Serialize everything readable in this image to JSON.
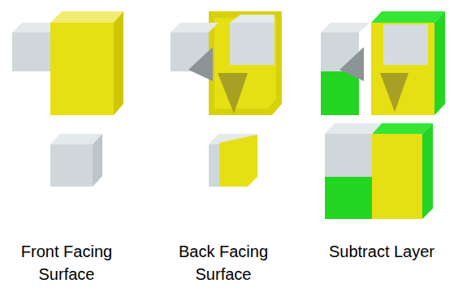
{
  "diagram": {
    "labels": [
      "Front Facing Surface",
      "Back Facing Surface",
      "Subtract Layer"
    ]
  }
}
